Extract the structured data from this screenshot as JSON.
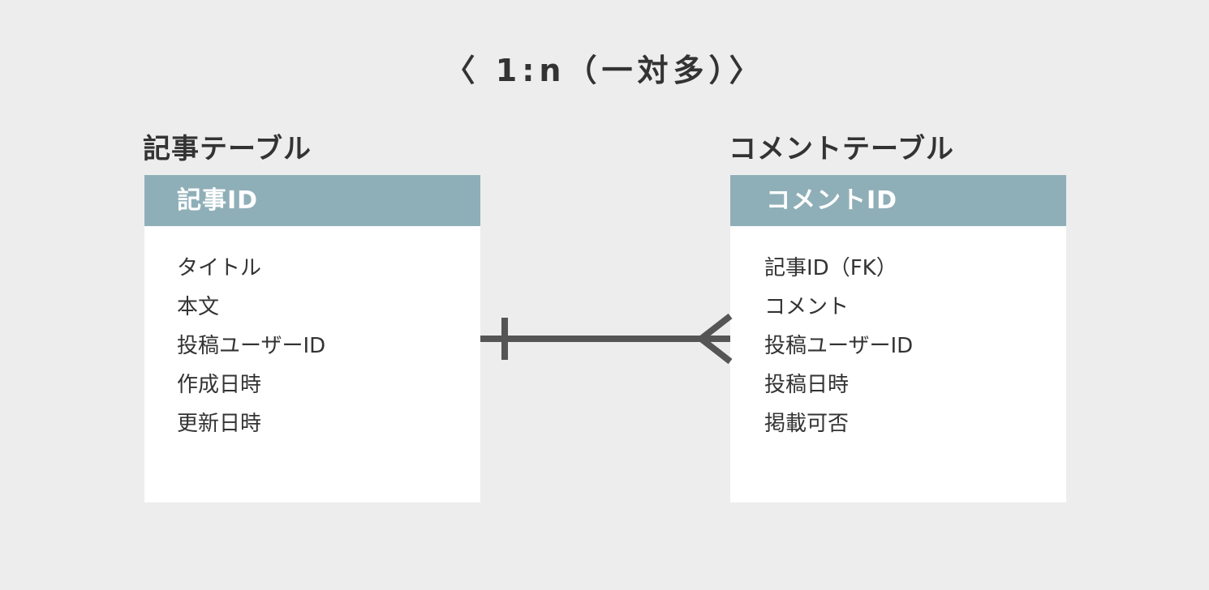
{
  "diagram": {
    "title": "〈 1:n（一対多）〉",
    "relation_type": "one-to-many",
    "line_color": "#555555",
    "header_color": "#8fafb8",
    "tables": {
      "articles": {
        "label": "記事テーブル",
        "primary_key": "記事ID",
        "fields": [
          "タイトル",
          "本文",
          "投稿ユーザーID",
          "作成日時",
          "更新日時"
        ]
      },
      "comments": {
        "label": "コメントテーブル",
        "primary_key": "コメントID",
        "fields": [
          "記事ID（FK）",
          "コメント",
          "投稿ユーザーID",
          "投稿日時",
          "掲載可否"
        ]
      }
    },
    "relationship": {
      "from_notation": "one",
      "to_notation": "many"
    }
  }
}
